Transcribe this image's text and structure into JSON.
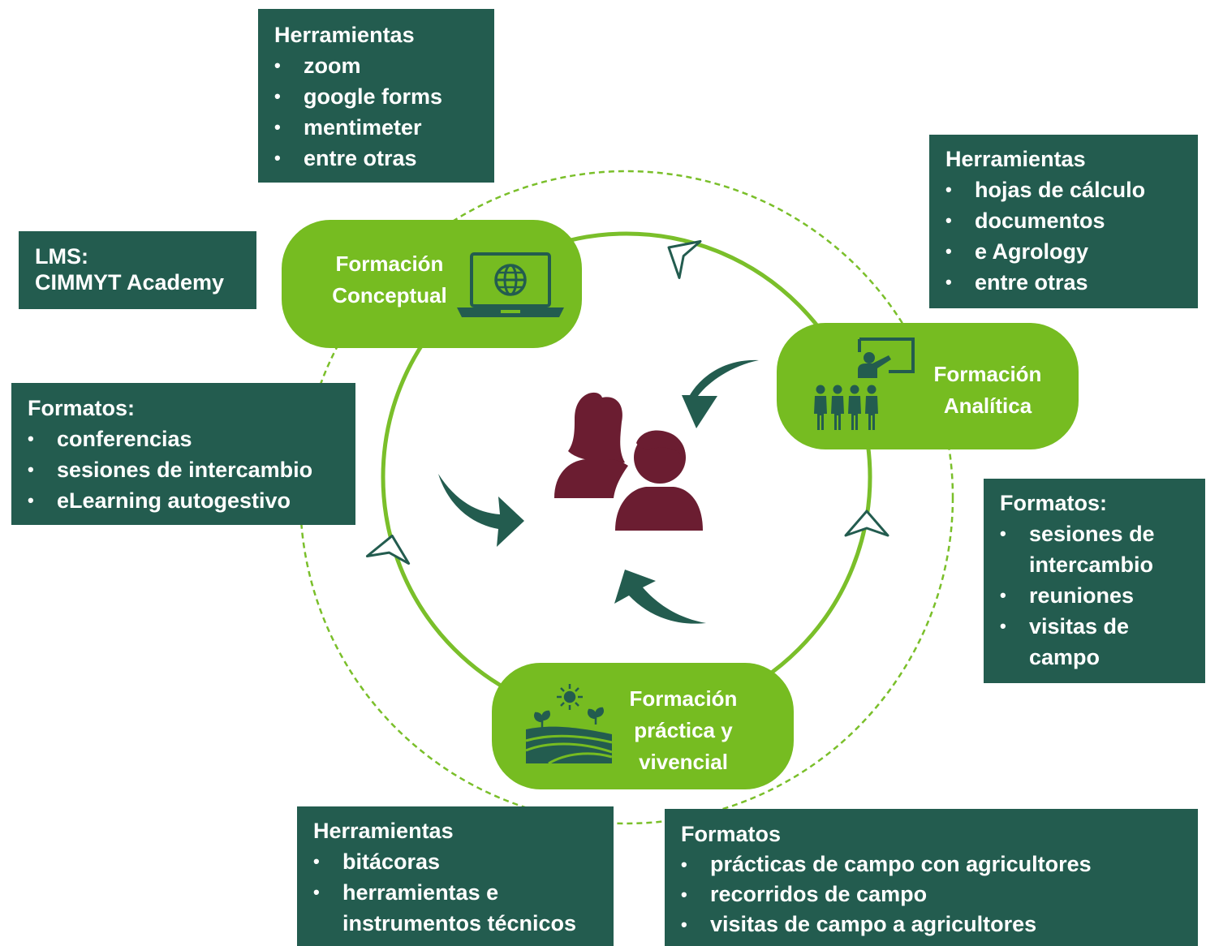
{
  "stages": {
    "conceptual": {
      "lines": [
        "Formación",
        "Conceptual"
      ],
      "icon": "laptop-globe-icon"
    },
    "analitica": {
      "lines": [
        "Formación",
        "Analítica"
      ],
      "icon": "teacher-presentation-icon"
    },
    "practica": {
      "lines": [
        "Formación",
        "práctica y",
        "vivencial"
      ],
      "icon": "farm-field-icon"
    }
  },
  "center": {
    "icon": "people-icon"
  },
  "boxes": {
    "lms": {
      "lines": [
        "LMS:",
        "CIMMYT Academy"
      ]
    },
    "conceptual_tools": {
      "title": "Herramientas",
      "items": [
        "zoom",
        "google forms",
        "mentimeter",
        "entre otras"
      ]
    },
    "conceptual_formats": {
      "title": "Formatos:",
      "items": [
        "conferencias",
        "sesiones de intercambio",
        "eLearning autogestivo"
      ]
    },
    "analitica_tools": {
      "title": "Herramientas",
      "items": [
        "hojas de cálculo",
        "documentos",
        "e Agrology",
        "entre otras"
      ]
    },
    "analitica_formats": {
      "title": "Formatos:",
      "items": [
        "sesiones de intercambio",
        "reuniones",
        "visitas de campo"
      ]
    },
    "practica_tools": {
      "title": "Herramientas",
      "items": [
        "bitácoras",
        "herramientas e instrumentos técnicos"
      ]
    },
    "practica_formats": {
      "title": "Formatos",
      "items": [
        "prácticas de campo con agricultores",
        "recorridos de campo",
        "visitas de campo a agricultores"
      ]
    }
  },
  "bullet_glyph": "•",
  "colors": {
    "box_bg": "#235c4f",
    "pill_green": "#76bc21",
    "people": "#6b1d31",
    "arrow_dark": "#235c4f",
    "cycle_line": "#7abf2a"
  }
}
